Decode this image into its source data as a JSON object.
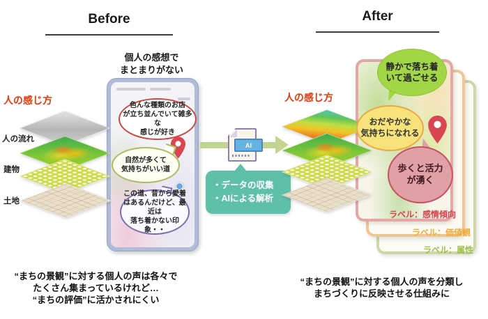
{
  "before": {
    "title": "Before",
    "note": [
      "個人の感想で",
      "まとまりがない"
    ],
    "feel_label": "人の感じ方",
    "layer_labels": [
      "人の流れ",
      "建物",
      "土地"
    ],
    "bubble_red": [
      "色んな種類のお店",
      "が立ち並んでいて雑多な",
      "感じが好き"
    ],
    "bubble_green": [
      "自然が多くて",
      "気持ちがいい道"
    ],
    "bubble_purple": [
      "この道、昔から愛着",
      "はあるんだけど、最近は",
      "落ち着かない印象・・"
    ],
    "caption": [
      "“まちの景観”に対する個人の声は各々で",
      "たくさん集まっているけれど…",
      "“まちの評価”に活かされにくい"
    ]
  },
  "process": {
    "ai_label": "AI",
    "steps": [
      "・データの収集",
      "・AIによる解析"
    ]
  },
  "after": {
    "title": "After",
    "feel_label": "人の感じ方",
    "bubble_green": [
      "静かで落ち着",
      "いて過ごせる"
    ],
    "bubble_yellow": [
      "おだやかな",
      "気持ちになれる"
    ],
    "bubble_pink": [
      "歩くと活力",
      "が湧く"
    ],
    "labels": [
      "ラベル：感情傾向",
      "ラベル：価値観",
      "ラベル：属性"
    ],
    "caption": [
      "“まちの景観”に対する個人の声を分類し",
      "まちづくりに反映させる仕組みに"
    ]
  },
  "colors": {
    "accent_red_text": "#e8380d",
    "arrow_green": "#c3d491",
    "callout_teal": "#5fc0aa",
    "pin_red": "#d94550",
    "label_emotion": "#d9404a",
    "label_values": "#f2a93b",
    "label_attribute": "#9cbf4a"
  }
}
